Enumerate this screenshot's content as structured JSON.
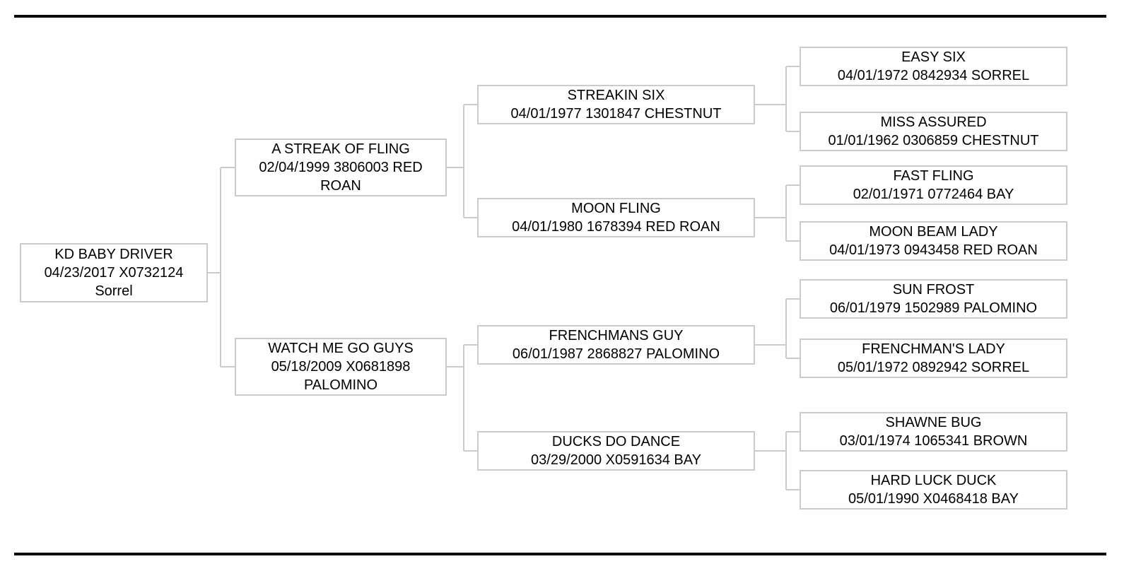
{
  "pedigree": {
    "subject": {
      "name": "KD BABY DRIVER",
      "details": "04/23/2017 X0732124 Sorrel"
    },
    "parents": [
      {
        "name": "A STREAK OF FLING",
        "details": "02/04/1999 3806003 RED ROAN"
      },
      {
        "name": "WATCH ME GO GUYS",
        "details": "05/18/2009 X0681898 PALOMINO"
      }
    ],
    "grandparents": [
      {
        "name": "STREAKIN SIX",
        "details": "04/01/1977 1301847 CHESTNUT"
      },
      {
        "name": "MOON FLING",
        "details": "04/01/1980 1678394 RED ROAN"
      },
      {
        "name": "FRENCHMANS GUY",
        "details": "06/01/1987 2868827 PALOMINO"
      },
      {
        "name": "DUCKS DO DANCE",
        "details": "03/29/2000 X0591634 BAY"
      }
    ],
    "great_grandparents": [
      {
        "name": "EASY SIX",
        "details": "04/01/1972 0842934 SORREL"
      },
      {
        "name": "MISS ASSURED",
        "details": "01/01/1962 0306859 CHESTNUT"
      },
      {
        "name": "FAST FLING",
        "details": "02/01/1971 0772464 BAY"
      },
      {
        "name": "MOON BEAM LADY",
        "details": "04/01/1973 0943458 RED ROAN"
      },
      {
        "name": "SUN FROST",
        "details": "06/01/1979 1502989 PALOMINO"
      },
      {
        "name": "FRENCHMAN'S LADY",
        "details": "05/01/1972 0892942 SORREL"
      },
      {
        "name": "SHAWNE BUG",
        "details": "03/01/1974 1065341 BROWN"
      },
      {
        "name": "HARD LUCK DUCK",
        "details": "05/01/1990 X0468418 BAY"
      }
    ],
    "colors": {
      "box_border": "#cbcbcb",
      "connector": "#cbcbcb",
      "text": "#000000",
      "rule": "#0a0a0a",
      "background": "#ffffff"
    }
  }
}
